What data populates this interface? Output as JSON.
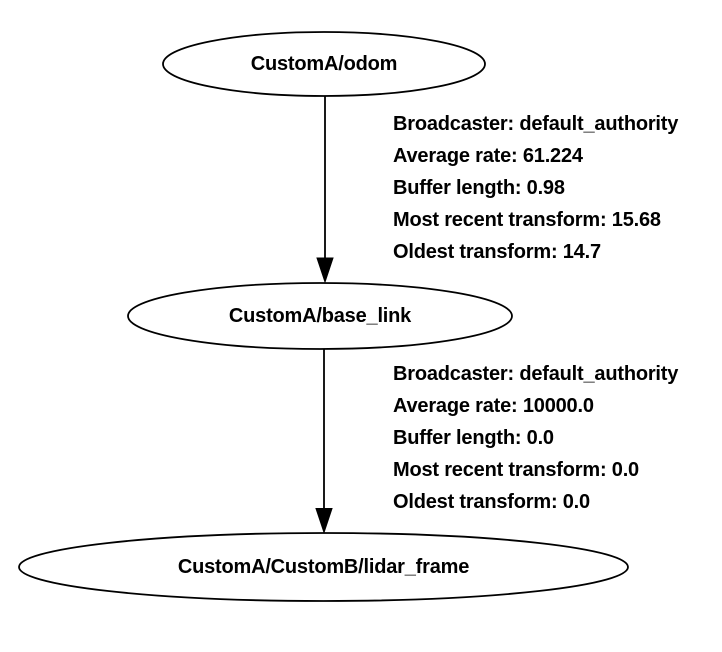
{
  "diagram": {
    "type": "tf-frame-tree",
    "background_color": "#ffffff",
    "stroke_color": "#000000",
    "text_color": "#000000",
    "nodes": [
      {
        "label": "CustomA/odom"
      },
      {
        "label": "CustomA/base_link"
      },
      {
        "label": "CustomA/CustomB/lidar_frame"
      }
    ],
    "edges": [
      {
        "from": "CustomA/odom",
        "to": "CustomA/base_link",
        "lines": [
          "Broadcaster: default_authority",
          "Average rate: 61.224",
          "Buffer length: 0.98",
          "Most recent transform: 15.68",
          "Oldest transform: 14.7"
        ]
      },
      {
        "from": "CustomA/base_link",
        "to": "CustomA/CustomB/lidar_frame",
        "lines": [
          "Broadcaster: default_authority",
          "Average rate: 10000.0",
          "Buffer length: 0.0",
          "Most recent transform: 0.0",
          "Oldest transform: 0.0"
        ]
      }
    ]
  }
}
